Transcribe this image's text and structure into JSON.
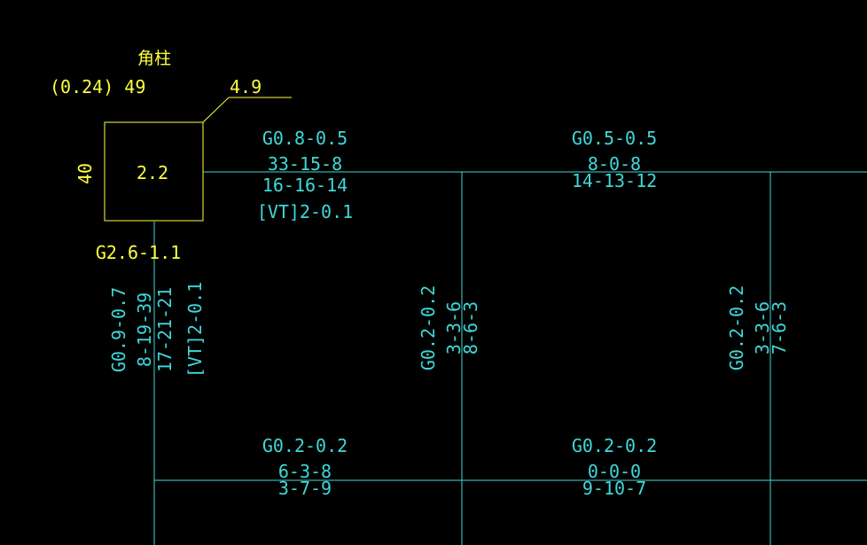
{
  "colors": {
    "background": "#000000",
    "column": "#ffff3c",
    "beam": "#40d8d8"
  },
  "column": {
    "title": "角柱",
    "left_label": "(0.24) 49",
    "leader_label": "4.9",
    "center_value": "2.2",
    "side_dim": "40",
    "bottom_label": "G2.6-1.1"
  },
  "beams": {
    "top_left": [
      "G0.8-0.5",
      "33-15-8",
      "16-16-14",
      "[VT]2-0.1"
    ],
    "top_right": [
      "G0.5-0.5",
      "8-0-8",
      "14-13-12"
    ],
    "bottom_left": [
      "G0.2-0.2",
      "6-3-8",
      "3-7-9"
    ],
    "bottom_right": [
      "G0.2-0.2",
      "0-0-0",
      "9-10-7"
    ],
    "vert_left": [
      "G0.9-0.7",
      "8-19-39",
      "17-21-21",
      "[VT]2-0.1"
    ],
    "vert_middle": [
      "G0.2-0.2",
      "3-3-6",
      "8-6-3"
    ],
    "vert_right": [
      "G0.2-0.2",
      "3-3-6",
      "7-6-3"
    ]
  }
}
